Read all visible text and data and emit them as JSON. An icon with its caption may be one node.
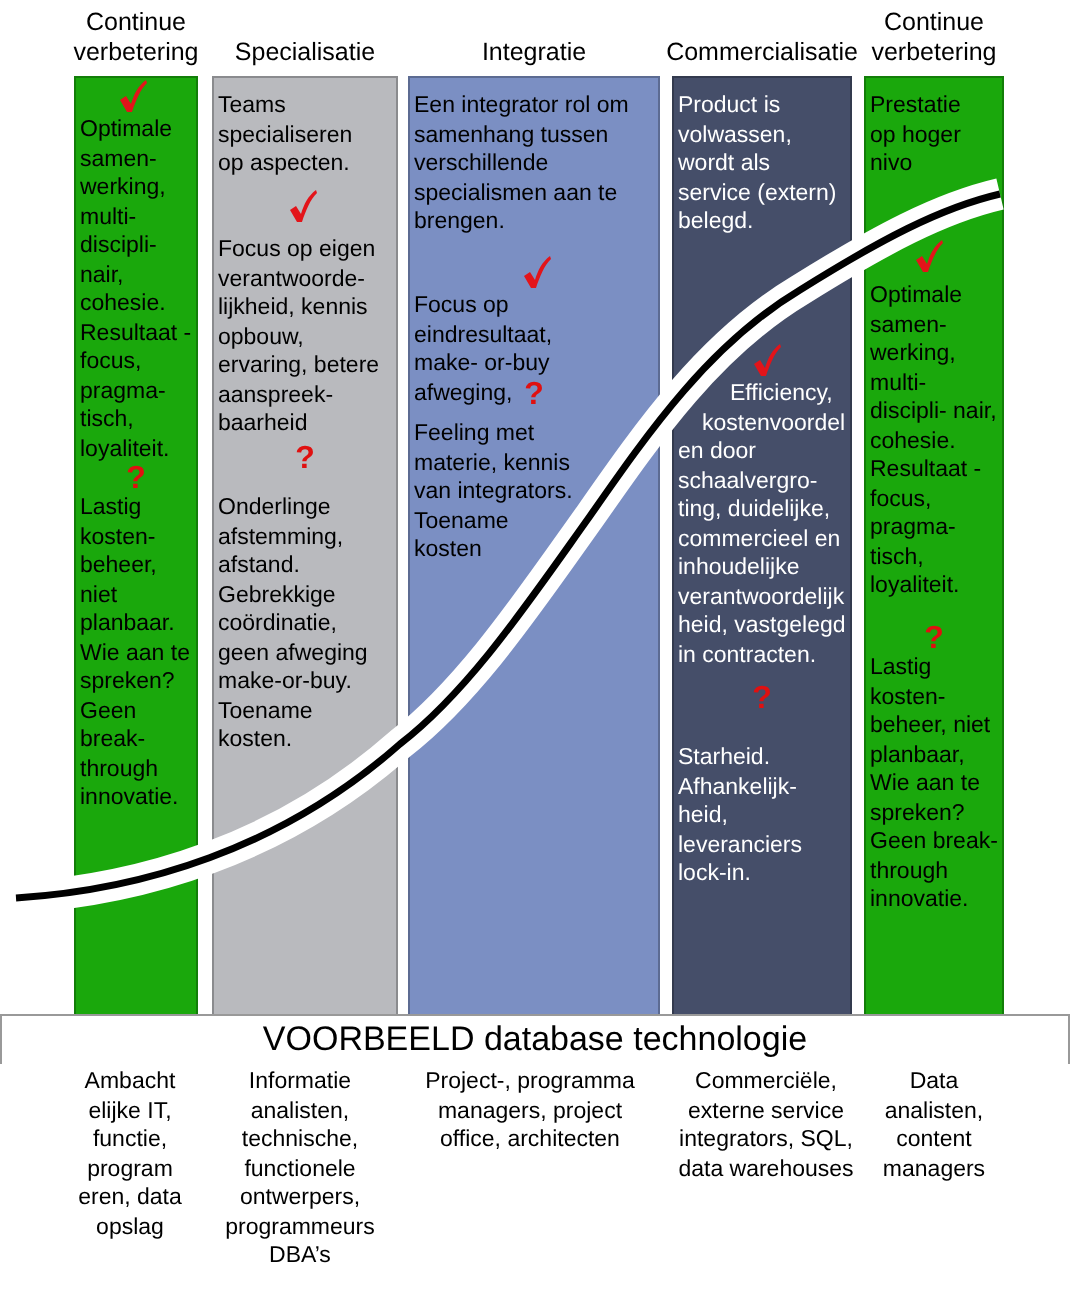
{
  "diagram": {
    "nodes": [
      {
        "text": [
          "Continue verbetering",
          "Optimale samen- werking, multi- discipli- nair, cohesie. Resultaat -focus, pragma- tisch, loyaliteit.",
          "?",
          "Lastig kosten- beheer, niet planbaar. Wie aan te spreken? Geen break- through innovatie."
        ]
      },
      {
        "text": [
          "Specialisatie",
          "Teams specialiseren op aspecten.",
          "Focus op eigen verantwoorde- lijkheid, kennis opbouw, ervaring, betere aanspreek- baarheid",
          "?",
          "Onderlinge afstemming, afstand. Gebrekkige coördinatie, geen afweging make-or-buy. Toename kosten."
        ]
      },
      {
        "text": [
          "Integratie",
          "Een integrator rol om samenhang tussen verschillende specialismen aan te brengen.",
          "Focus op eindresultaat, make- or-buy afweging,",
          "?",
          "Feeling met materie, kennis van integrators. Toename kosten"
        ]
      },
      {
        "text": [
          "Commercialisatie",
          "Product is volwassen, wordt als service (extern) belegd.",
          "Efficiency, kostenvoordelen door schaalvergro- ting, duidelijke, commercieel en inhoudelijke verantwoordelijkheid, vastgelegd in contracten.",
          "?",
          "Starheid. Afhankelijk- heid, leveranciers lock-in."
        ]
      },
      {
        "text": [
          "Continue verbetering",
          "Prestatie op hoger nivo",
          "Optimale samen- werking, multi- discipli- nair, cohesie. Resultaat -focus, pragma- tisch, loyaliteit.",
          "?",
          "Lastig kosten- beheer, niet planbaar, Wie aan te spreken? Geen break- through innovatie."
        ]
      },
      {
        "text": [
          "VOORBEELD database technologie"
        ]
      }
    ],
    "labels": [
      "Ambacht elijke IT, functie, program eren, data opslag",
      "Informatie analisten, technische, functionele ontwerpers, programmeurs DBA’s",
      "Project-, programma managers, project office, architecten",
      "Commerciële, externe service integrators, SQL, data warehouses",
      "Data analisten, content managers"
    ]
  }
}
